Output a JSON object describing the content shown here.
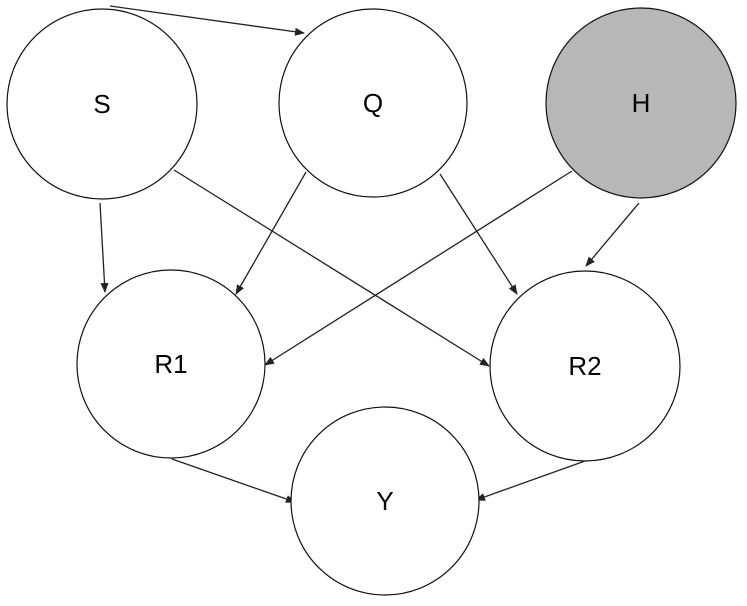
{
  "diagram": {
    "nodes": [
      {
        "id": "S",
        "label": "S",
        "shaded": false
      },
      {
        "id": "Q",
        "label": "Q",
        "shaded": false
      },
      {
        "id": "H",
        "label": "H",
        "shaded": true
      },
      {
        "id": "R1",
        "label": "R1",
        "shaded": false
      },
      {
        "id": "R2",
        "label": "R2",
        "shaded": false
      },
      {
        "id": "Y",
        "label": "Y",
        "shaded": false
      }
    ],
    "edges": [
      {
        "from": "S",
        "to": "Q"
      },
      {
        "from": "S",
        "to": "R1"
      },
      {
        "from": "S",
        "to": "R2"
      },
      {
        "from": "Q",
        "to": "R1"
      },
      {
        "from": "Q",
        "to": "R2"
      },
      {
        "from": "H",
        "to": "R1"
      },
      {
        "from": "H",
        "to": "R2"
      },
      {
        "from": "R1",
        "to": "Y"
      },
      {
        "from": "R2",
        "to": "Y"
      }
    ],
    "colors": {
      "node_fill": "#ffffff",
      "shaded_fill": "#b7b7b7",
      "stroke": "#111111"
    }
  }
}
